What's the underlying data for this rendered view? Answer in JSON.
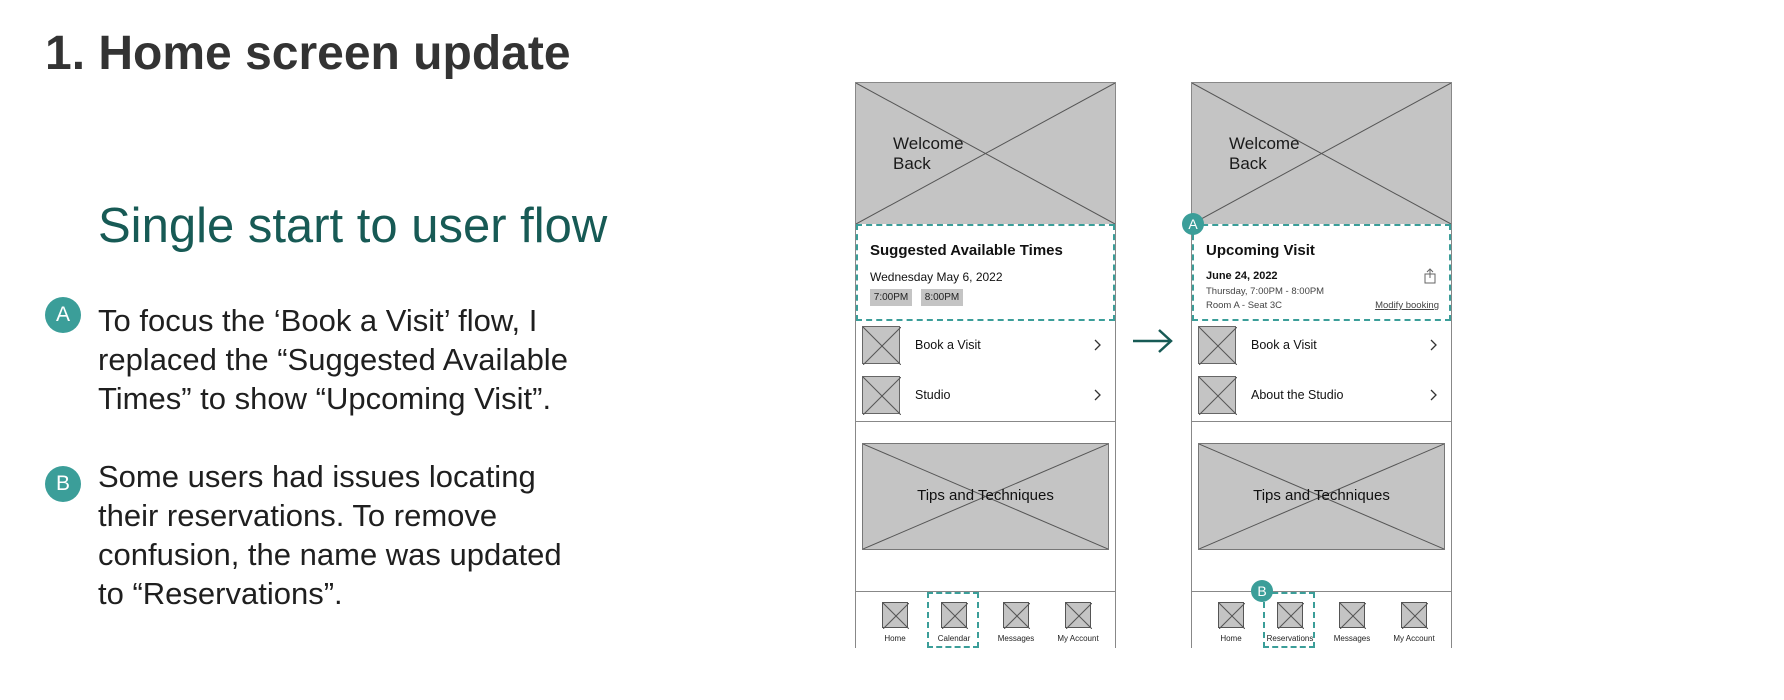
{
  "heading": "1. Home screen update",
  "subtitle": "Single start to user flow",
  "notes": [
    {
      "badge": "A",
      "lines": [
        "To focus the ‘Book a Visit’ flow, I",
        "replaced the “Suggested Available",
        "Times” to show “Upcoming Visit”."
      ]
    },
    {
      "badge": "B",
      "lines": [
        "Some users had issues locating",
        "their reservations. To remove",
        "confusion, the name was updated",
        "to “Reservations”."
      ]
    }
  ],
  "before": {
    "hero_text": "Welcome\nBack",
    "card_title": "Suggested Available Times",
    "card_date": "Wednesday May 6, 2022",
    "times": [
      "7:00PM",
      "8:00PM"
    ],
    "rows": [
      "Book a Visit",
      "Studio"
    ],
    "tips": "Tips and Techniques",
    "nav": [
      "Home",
      "Calendar",
      "Messages",
      "My Account"
    ]
  },
  "after": {
    "hero_text": "Welcome\nBack",
    "badge_a": "A",
    "badge_b": "B",
    "card_title": "Upcoming Visit",
    "card_date": "June 24, 2022",
    "card_time": "Thursday, 7:00PM - 8:00PM",
    "card_room": "Room A - Seat 3C",
    "modify": "Modify booking",
    "rows": [
      "Book a Visit",
      "About the Studio"
    ],
    "tips": "Tips and Techniques",
    "nav": [
      "Home",
      "Reservations",
      "Messages",
      "My Account"
    ]
  },
  "colors": {
    "accent": "#3b9e99",
    "subtitle": "#175a55",
    "placeholder": "#c4c4c4"
  },
  "icons": [
    "arrow-right-icon",
    "share-icon",
    "chevron-right-icon",
    "image-placeholder-icon"
  ]
}
